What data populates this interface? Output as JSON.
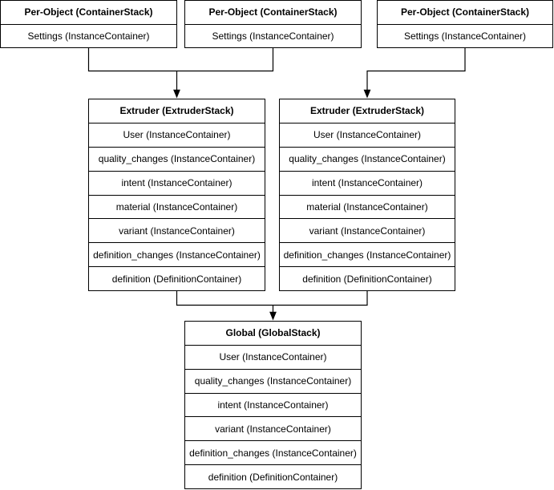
{
  "per_object_stacks": [
    {
      "title": "Per-Object (ContainerStack)",
      "rows": [
        "Settings (InstanceContainer)"
      ]
    },
    {
      "title": "Per-Object (ContainerStack)",
      "rows": [
        "Settings (InstanceContainer)"
      ]
    },
    {
      "title": "Per-Object (ContainerStack)",
      "rows": [
        "Settings (InstanceContainer)"
      ]
    }
  ],
  "extruder_stacks": [
    {
      "title": "Extruder (ExtruderStack)",
      "rows": [
        "User (InstanceContainer)",
        "quality_changes (InstanceContainer)",
        "intent (InstanceContainer)",
        "material (InstanceContainer)",
        "variant (InstanceContainer)",
        "definition_changes (InstanceContainer)",
        "definition (DefinitionContainer)"
      ]
    },
    {
      "title": "Extruder (ExtruderStack)",
      "rows": [
        "User (InstanceContainer)",
        "quality_changes (InstanceContainer)",
        "intent (InstanceContainer)",
        "material (InstanceContainer)",
        "variant (InstanceContainer)",
        "definition_changes (InstanceContainer)",
        "definition (DefinitionContainer)"
      ]
    }
  ],
  "global_stack": {
    "title": "Global (GlobalStack)",
    "rows": [
      "User (InstanceContainer)",
      "quality_changes (InstanceContainer)",
      "intent (InstanceContainer)",
      "variant (InstanceContainer)",
      "definition_changes (InstanceContainer)",
      "definition (DefinitionContainer)"
    ]
  },
  "edges": [
    {
      "from": "per-object-stack-1",
      "to": "extruder-stack-1"
    },
    {
      "from": "per-object-stack-2",
      "to": "extruder-stack-1"
    },
    {
      "from": "per-object-stack-3",
      "to": "extruder-stack-2"
    },
    {
      "from": "extruder-stack-1",
      "to": "global-stack"
    },
    {
      "from": "extruder-stack-2",
      "to": "global-stack"
    }
  ],
  "colors": {
    "box_fill": "#ffffff",
    "box_border": "#000000",
    "text": "#000000",
    "connector": "#000000"
  }
}
